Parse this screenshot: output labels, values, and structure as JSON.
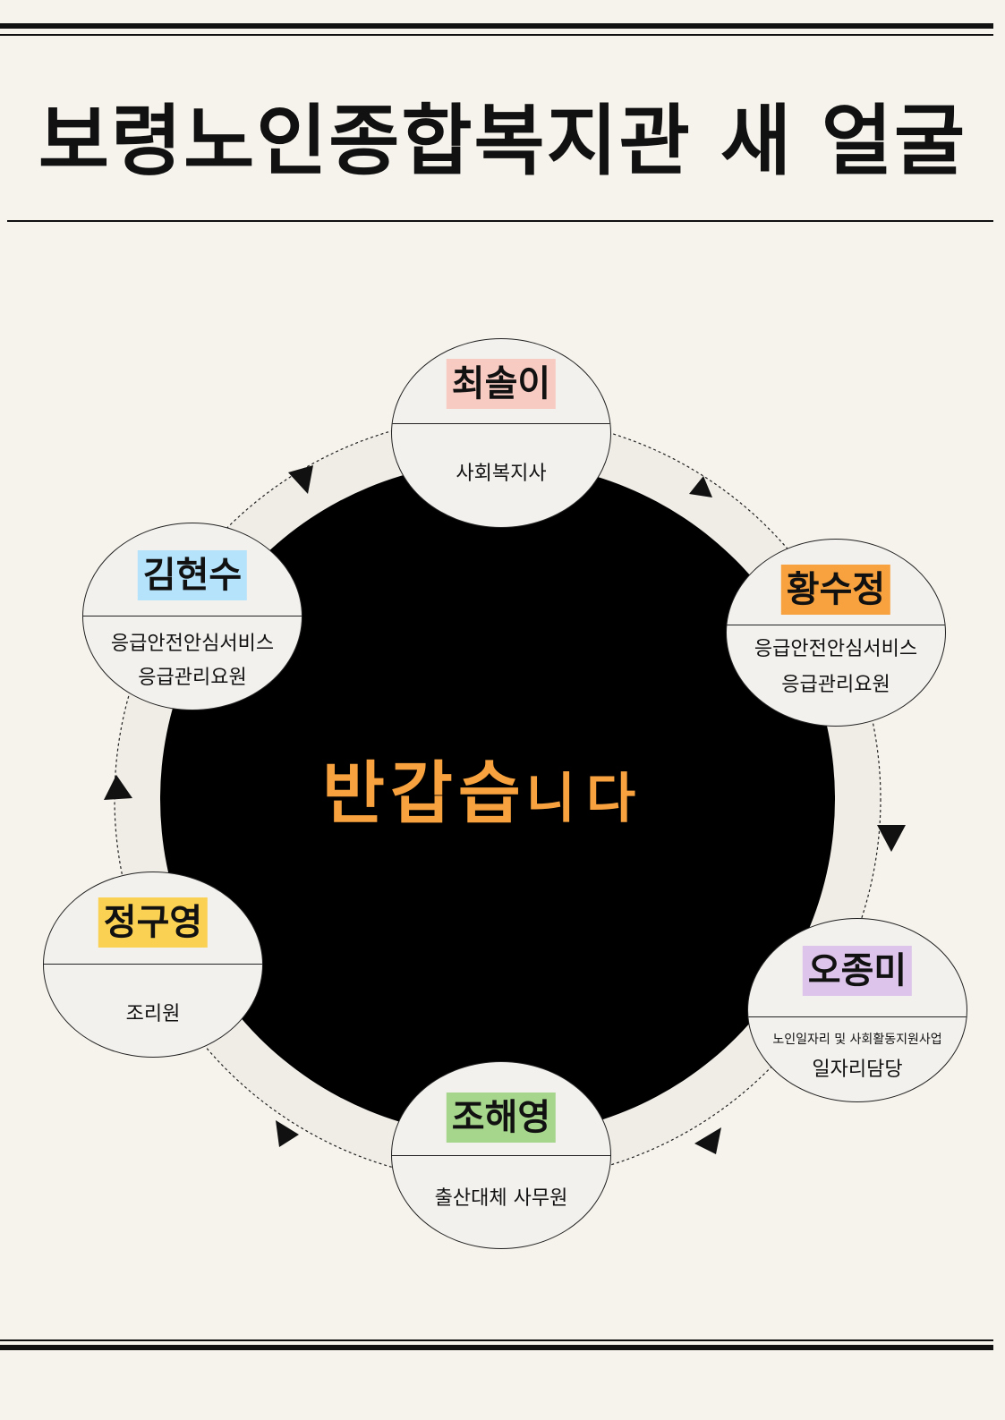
{
  "page": {
    "title": "보령노인종합복지관 새 얼굴",
    "center_greeting": "반갑습",
    "center_greeting_tail": "니다"
  },
  "colors": {
    "background": "#f6f3ec",
    "center_circle": "#000000",
    "greeting": "#f7a23e",
    "node_fill": "#f3f1ee"
  },
  "nodes": [
    {
      "name": "최솔이",
      "role_lines": [
        "사회복지사"
      ],
      "highlight": "#f7cbc2"
    },
    {
      "name": "황수정",
      "role_lines": [
        "응급안전안심서비스",
        "응급관리요원"
      ],
      "highlight": "#f7a23e"
    },
    {
      "name": "오종미",
      "role_lines": [
        "노인일자리 및 사회활동지원사업",
        "일자리담당"
      ],
      "highlight": "#dcc4ea"
    },
    {
      "name": "조해영",
      "role_lines": [
        "출산대체 사무원"
      ],
      "highlight": "#a6d58c"
    },
    {
      "name": "정구영",
      "role_lines": [
        "조리원"
      ],
      "highlight": "#fad153"
    },
    {
      "name": "김현수",
      "role_lines": [
        "응급안전안심서비스",
        "응급관리요원"
      ],
      "highlight": "#b5e3fb"
    }
  ]
}
